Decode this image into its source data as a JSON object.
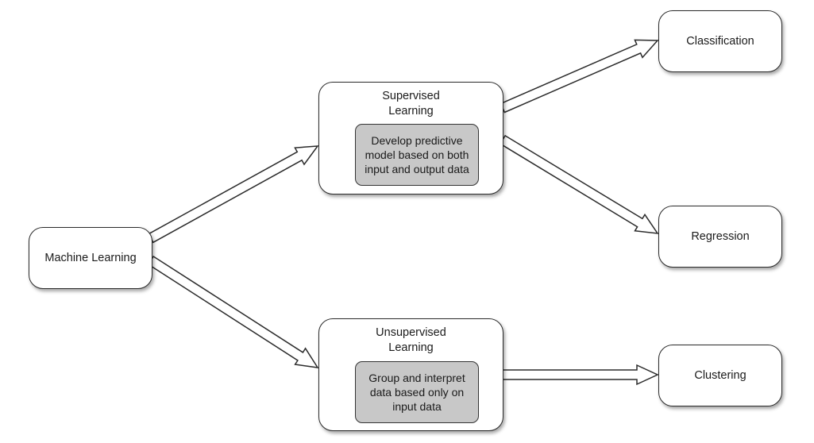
{
  "nodes": {
    "machine_learning": "Machine Learning",
    "supervised": {
      "title": "Supervised\nLearning",
      "description": "Develop predictive\nmodel based on both\ninput and output data"
    },
    "unsupervised": {
      "title": "Unsupervised\nLearning",
      "description": "Group and interpret\ndata based only on\ninput data"
    },
    "classification": "Classification",
    "regression": "Regression",
    "clustering": "Clustering"
  },
  "colors": {
    "node_fill": "#ffffff",
    "inner_fill": "#c8c8c8",
    "stroke": "#2b2b2b"
  }
}
